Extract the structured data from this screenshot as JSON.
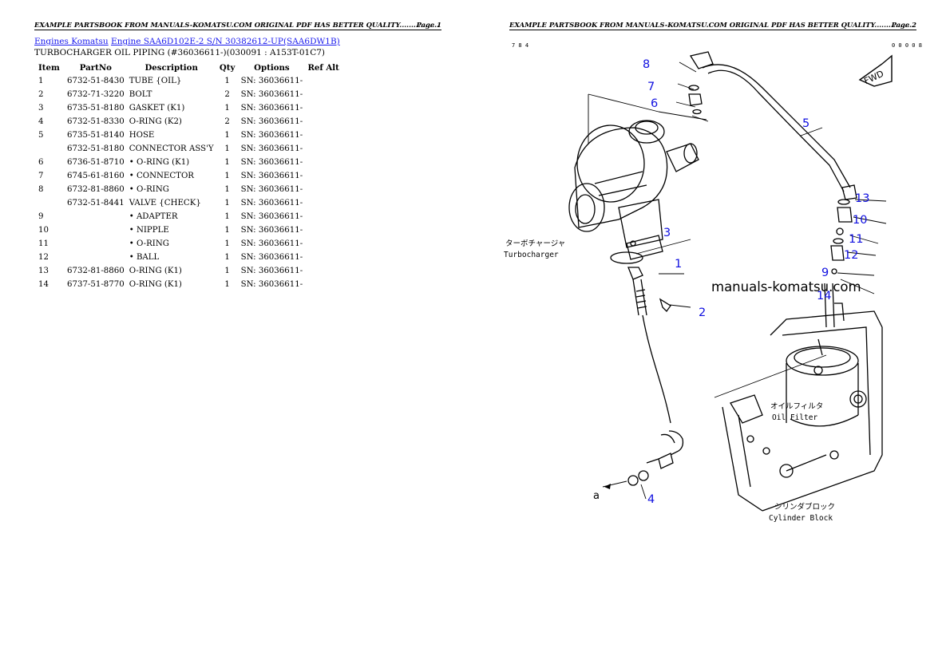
{
  "page1": {
    "header_text": "EXAMPLE PARTSBOOK FROM MANUALS-KOMATSU.COM ORIGINAL PDF HAS BETTER QUALITY.................",
    "page_label": "Page 1",
    "breadcrumb_1": "Engines Komatsu",
    "breadcrumb_2": "Engine SAA6D102E-2 S/N 30382612-UP(SAA6DW1B)",
    "title": "TURBOCHARGER OIL PIPING (#36036611-)(030091 : A153T-01C7)",
    "columns": [
      "Item",
      "PartNo",
      "Description",
      "Qty",
      "Options",
      "Ref Alt"
    ],
    "rows": [
      [
        "1",
        "6732-51-8430",
        "TUBE {OIL}",
        "1",
        "SN: 36036611-",
        ""
      ],
      [
        "2",
        "6732-71-3220",
        "BOLT",
        "2",
        "SN: 36036611-",
        ""
      ],
      [
        "3",
        "6735-51-8180",
        "GASKET (K1)",
        "1",
        "SN: 36036611-",
        ""
      ],
      [
        "4",
        "6732-51-8330",
        "O-RING (K2)",
        "2",
        "SN: 36036611-",
        ""
      ],
      [
        "5",
        "6735-51-8140",
        "HOSE",
        "1",
        "SN: 36036611-",
        ""
      ],
      [
        "",
        "6732-51-8180",
        "CONNECTOR ASS'Y",
        "1",
        "SN: 36036611-",
        ""
      ],
      [
        "6",
        "6736-51-8710",
        "• O-RING (K1)",
        "1",
        "SN: 36036611-",
        ""
      ],
      [
        "7",
        "6745-61-8160",
        "• CONNECTOR",
        "1",
        "SN: 36036611-",
        ""
      ],
      [
        "8",
        "6732-81-8860",
        "• O-RING",
        "1",
        "SN: 36036611-",
        ""
      ],
      [
        "",
        "6732-51-8441",
        "VALVE {CHECK}",
        "1",
        "SN: 36036611-",
        ""
      ],
      [
        "9",
        "",
        "• ADAPTER",
        "1",
        "SN: 36036611-",
        ""
      ],
      [
        "10",
        "",
        "• NIPPLE",
        "1",
        "SN: 36036611-",
        ""
      ],
      [
        "11",
        "",
        "• O-RING",
        "1",
        "SN: 36036611-",
        ""
      ],
      [
        "12",
        "",
        "• BALL",
        "1",
        "SN: 36036611-",
        ""
      ],
      [
        "13",
        "6732-81-8860",
        "O-RING (K1)",
        "1",
        "SN: 36036611-",
        ""
      ],
      [
        "14",
        "6737-51-8770",
        "O-RING (K1)",
        "1",
        "SN: 36036611-",
        ""
      ]
    ]
  },
  "page2": {
    "header_text": "EXAMPLE PARTSBOOK FROM MANUALS-KOMATSU.COM ORIGINAL PDF HAS BETTER QUALITY.................",
    "page_label": "Page 2",
    "corner_left": "7 8 4",
    "corner_right": "0 0 0 0 8",
    "watermark": "manuals-komatsu.com",
    "labels": {
      "turbo_jp": "ターボチャージャ",
      "turbo_en": "Turbocharger",
      "filter_jp": "オイルフィルタ",
      "filter_en": "Oil Filter",
      "block_jp": "シリンダブロック",
      "block_en": "Cylinder Block",
      "fwd": "FWD",
      "a": "a"
    },
    "callouts": [
      "1",
      "2",
      "3",
      "4",
      "5",
      "6",
      "7",
      "8",
      "9",
      "10",
      "11",
      "12",
      "13",
      "14"
    ],
    "callout_color": "#1010e0"
  }
}
